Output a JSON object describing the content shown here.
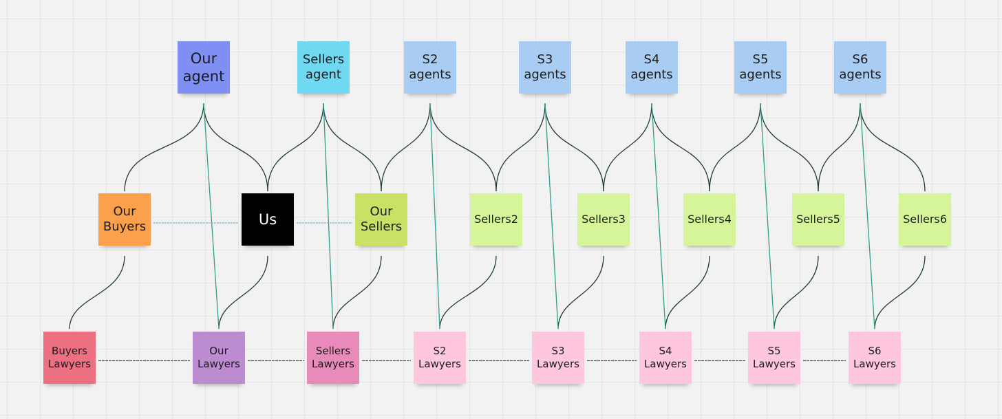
{
  "colors": {
    "canvas": "#f2f2f2",
    "grid": "#e4e4e4",
    "curve_line": "#1e3a34",
    "teal_line": "#2f9c8c",
    "dashed_line": "#3a3a3a",
    "light_blue_line": "#6ab8e6"
  },
  "notes": [
    {
      "id": "our-agent",
      "text": "Our\nagent",
      "color": "#7f8ff4",
      "size": "big"
    },
    {
      "id": "sellers-agent",
      "text": "Sellers\nagent",
      "color": "#6fd9f2",
      "size": "mid"
    },
    {
      "id": "s2-agents",
      "text": "S2\nagents",
      "color": "#a9ccf3",
      "size": "mid"
    },
    {
      "id": "s3-agents",
      "text": "S3\nagents",
      "color": "#a9ccf3",
      "size": "mid"
    },
    {
      "id": "s4-agents",
      "text": "S4\nagents",
      "color": "#a9ccf3",
      "size": "mid"
    },
    {
      "id": "s5-agents",
      "text": "S5\nagents",
      "color": "#a9ccf3",
      "size": "mid"
    },
    {
      "id": "s6-agents",
      "text": "S6\nagents",
      "color": "#a9ccf3",
      "size": "mid"
    },
    {
      "id": "our-buyers",
      "text": "Our\nBuyers",
      "color": "#fba14c",
      "size": "mid"
    },
    {
      "id": "us",
      "text": "Us",
      "color": "#000000",
      "size": "big",
      "text_color": "#ffffff"
    },
    {
      "id": "our-sellers",
      "text": "Our\nSellers",
      "color": "#c9e265",
      "size": "mid"
    },
    {
      "id": "sellers2",
      "text": "Sellers2",
      "color": "#d6f59a",
      "size": "sm"
    },
    {
      "id": "sellers3",
      "text": "Sellers3",
      "color": "#d6f59a",
      "size": "sm"
    },
    {
      "id": "sellers4",
      "text": "Sellers4",
      "color": "#d6f59a",
      "size": "sm"
    },
    {
      "id": "sellers5",
      "text": "Sellers5",
      "color": "#d6f59a",
      "size": "sm"
    },
    {
      "id": "sellers6",
      "text": "Sellers6",
      "color": "#d6f59a",
      "size": "sm"
    },
    {
      "id": "buyers-lawyers",
      "text": "Buyers\nLawyers",
      "color": "#ed6f82",
      "size": "xs"
    },
    {
      "id": "our-lawyers",
      "text": "Our\nLawyers",
      "color": "#bd8bd0",
      "size": "xs"
    },
    {
      "id": "sellers-lawyers",
      "text": "Sellers\nLawyers",
      "color": "#e88bbb",
      "size": "xs"
    },
    {
      "id": "s2-lawyers",
      "text": "S2\nLawyers",
      "color": "#ffc7de",
      "size": "xs"
    },
    {
      "id": "s3-lawyers",
      "text": "S3\nLawyers",
      "color": "#ffc7de",
      "size": "xs"
    },
    {
      "id": "s4-lawyers",
      "text": "S4\nLawyers",
      "color": "#ffc7de",
      "size": "xs"
    },
    {
      "id": "s5-lawyers",
      "text": "S5\nLawyers",
      "color": "#ffc7de",
      "size": "xs"
    },
    {
      "id": "s6-lawyers",
      "text": "S6\nLawyers",
      "color": "#ffc7de",
      "size": "xs"
    }
  ],
  "connections": {
    "agent_to_party": [
      [
        "our-agent",
        "our-buyers"
      ],
      [
        "our-agent",
        "us"
      ],
      [
        "sellers-agent",
        "us"
      ],
      [
        "sellers-agent",
        "our-sellers"
      ],
      [
        "s2-agents",
        "our-sellers"
      ],
      [
        "s2-agents",
        "sellers2"
      ],
      [
        "s3-agents",
        "sellers2"
      ],
      [
        "s3-agents",
        "sellers3"
      ],
      [
        "s4-agents",
        "sellers3"
      ],
      [
        "s4-agents",
        "sellers4"
      ],
      [
        "s5-agents",
        "sellers4"
      ],
      [
        "s5-agents",
        "sellers5"
      ],
      [
        "s6-agents",
        "sellers5"
      ],
      [
        "s6-agents",
        "sellers6"
      ]
    ],
    "party_to_lawyer": [
      [
        "our-buyers",
        "buyers-lawyers"
      ],
      [
        "us",
        "our-lawyers"
      ],
      [
        "our-sellers",
        "sellers-lawyers"
      ],
      [
        "sellers2",
        "s2-lawyers"
      ],
      [
        "sellers3",
        "s3-lawyers"
      ],
      [
        "sellers4",
        "s4-lawyers"
      ],
      [
        "sellers5",
        "s5-lawyers"
      ],
      [
        "sellers6",
        "s6-lawyers"
      ]
    ],
    "agent_to_lawyer": [
      [
        "our-agent",
        "our-lawyers"
      ],
      [
        "sellers-agent",
        "sellers-lawyers"
      ],
      [
        "s2-agents",
        "s2-lawyers"
      ],
      [
        "s3-agents",
        "s3-lawyers"
      ],
      [
        "s4-agents",
        "s4-lawyers"
      ],
      [
        "s5-agents",
        "s5-lawyers"
      ],
      [
        "s6-agents",
        "s6-lawyers"
      ]
    ],
    "lawyer_chain": [
      [
        "buyers-lawyers",
        "our-lawyers"
      ],
      [
        "our-lawyers",
        "sellers-lawyers"
      ],
      [
        "sellers-lawyers",
        "s2-lawyers"
      ],
      [
        "s2-lawyers",
        "s3-lawyers"
      ],
      [
        "s3-lawyers",
        "s4-lawyers"
      ],
      [
        "s4-lawyers",
        "s5-lawyers"
      ],
      [
        "s5-lawyers",
        "s6-lawyers"
      ]
    ],
    "party_chain": [
      [
        "our-buyers",
        "us"
      ],
      [
        "us",
        "our-sellers"
      ]
    ]
  }
}
